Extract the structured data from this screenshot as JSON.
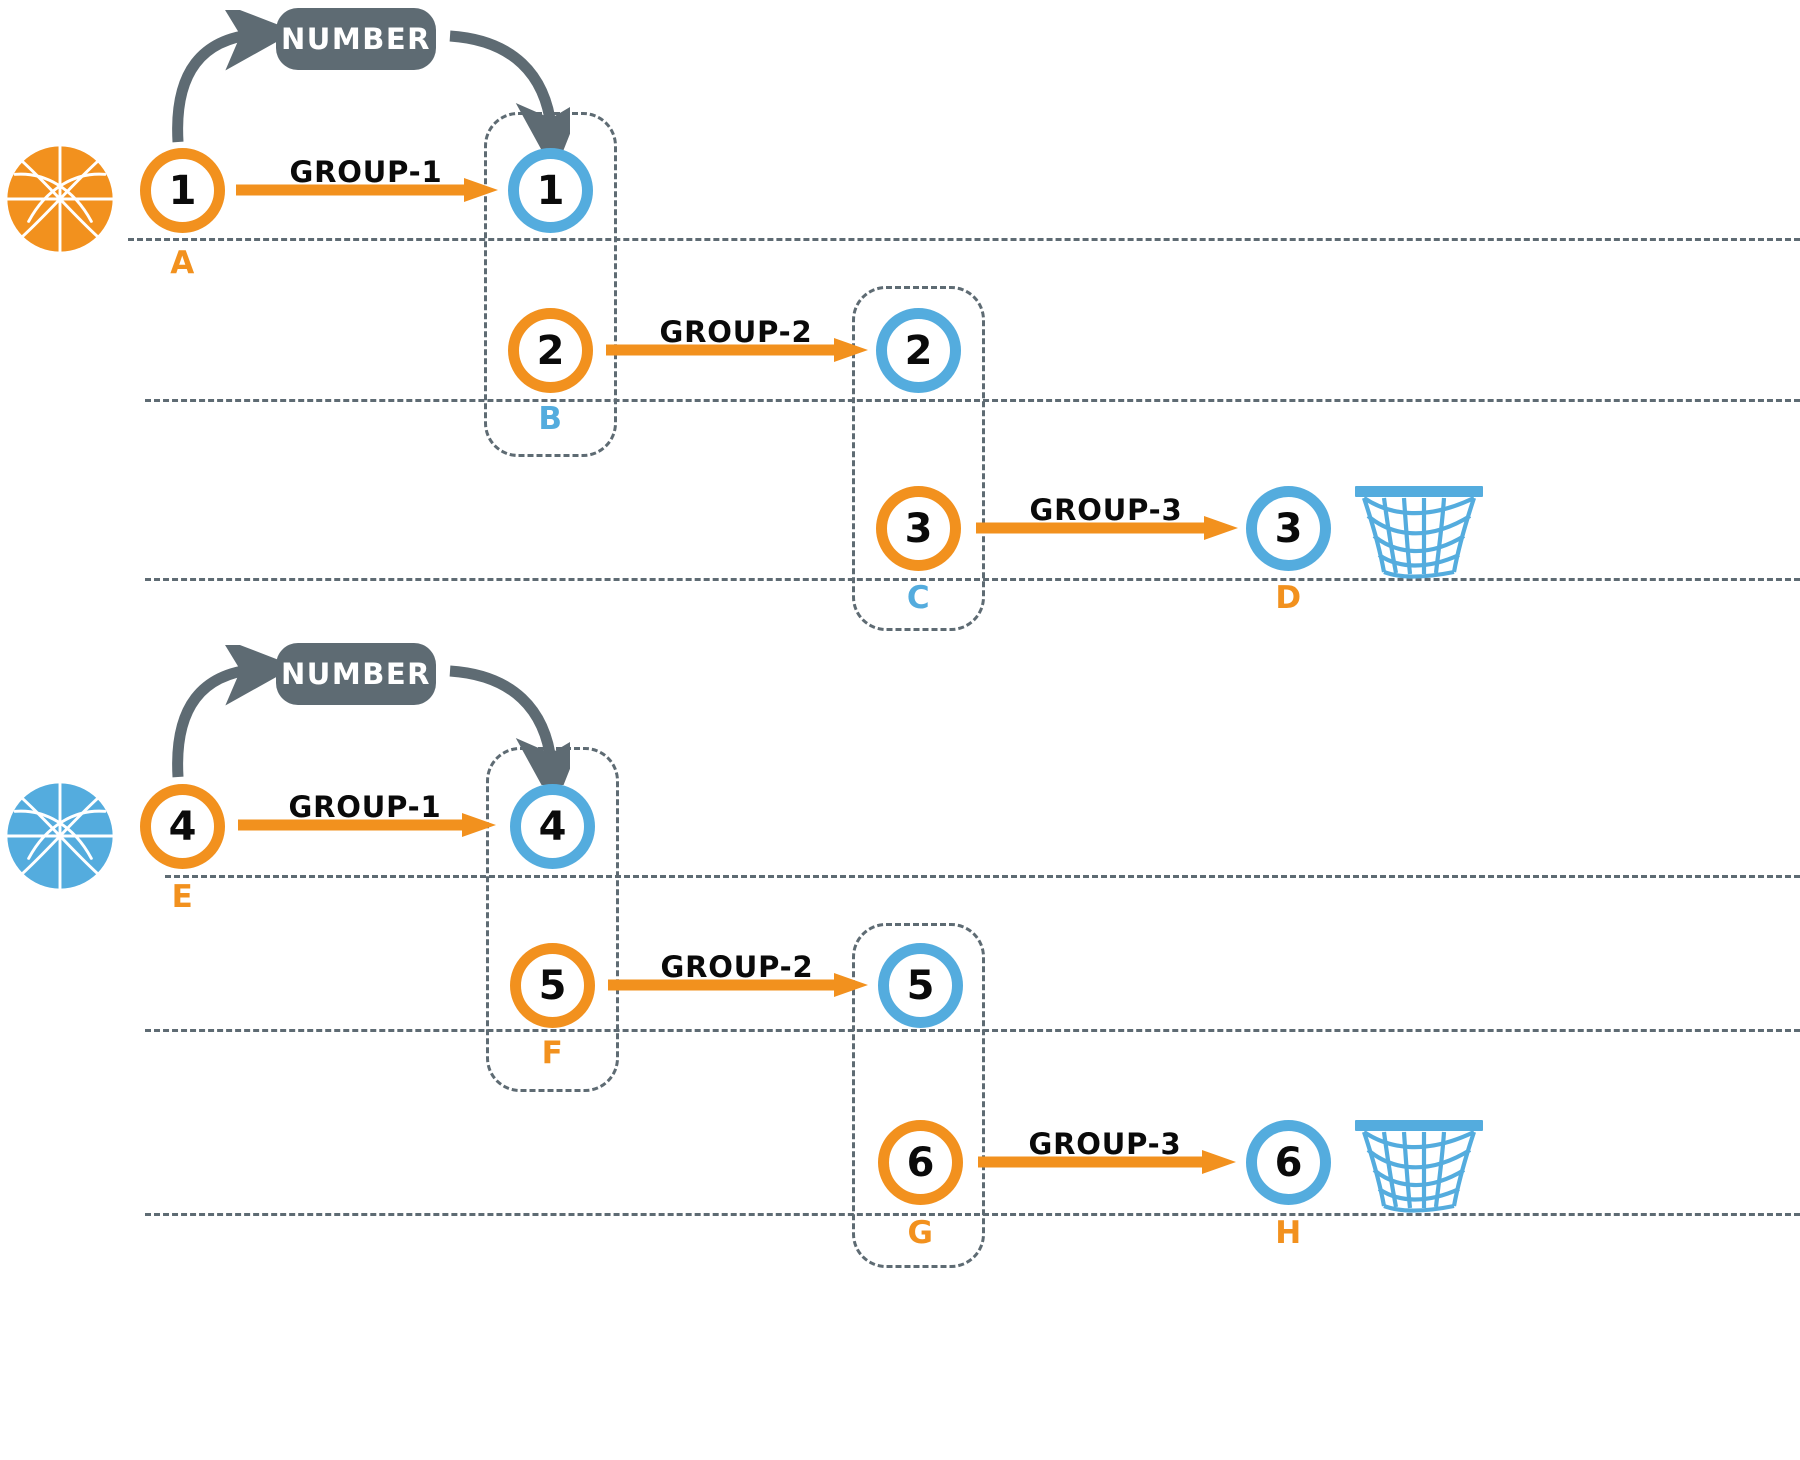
{
  "diagram": {
    "title": "basketball number group flow",
    "colors": {
      "orange": "#F2911E",
      "blue": "#54ACDE",
      "slate": "#5E6B73",
      "ink": "#0A0A0A",
      "background": "#FFFFFF"
    },
    "badge_label": "NUMBER",
    "arrow_labels": [
      "GROUP-1",
      "GROUP-2",
      "GROUP-3"
    ],
    "rows": [
      {
        "id": "row-top",
        "ball": {
          "name": "basketball-icon-orange",
          "color": "#F2911E"
        },
        "hoop": {
          "name": "basketball-hoop-icon",
          "color": "#54ACDE"
        },
        "badge": "NUMBER",
        "nodes": [
          {
            "number": "1",
            "ring": "orange",
            "letter": "A",
            "letter_color": "orange"
          },
          {
            "number": "1",
            "ring": "blue",
            "letter": "",
            "letter_color": "blue"
          },
          {
            "number": "2",
            "ring": "orange",
            "letter": "B",
            "letter_color": "blue"
          },
          {
            "number": "2",
            "ring": "blue",
            "letter": "",
            "letter_color": "blue"
          },
          {
            "number": "3",
            "ring": "orange",
            "letter": "C",
            "letter_color": "blue"
          },
          {
            "number": "3",
            "ring": "blue",
            "letter": "D",
            "letter_color": "orange"
          }
        ],
        "arrows": [
          {
            "label": "GROUP-1"
          },
          {
            "label": "GROUP-2"
          },
          {
            "label": "GROUP-3"
          }
        ]
      },
      {
        "id": "row-bottom",
        "ball": {
          "name": "basketball-icon-blue",
          "color": "#54ACDE"
        },
        "hoop": {
          "name": "basketball-hoop-icon",
          "color": "#54ACDE"
        },
        "badge": "NUMBER",
        "nodes": [
          {
            "number": "4",
            "ring": "orange",
            "letter": "E",
            "letter_color": "orange"
          },
          {
            "number": "4",
            "ring": "blue",
            "letter": "",
            "letter_color": "blue"
          },
          {
            "number": "5",
            "ring": "orange",
            "letter": "F",
            "letter_color": "orange"
          },
          {
            "number": "5",
            "ring": "blue",
            "letter": "",
            "letter_color": "blue"
          },
          {
            "number": "6",
            "ring": "orange",
            "letter": "G",
            "letter_color": "orange"
          },
          {
            "number": "6",
            "ring": "blue",
            "letter": "H",
            "letter_color": "orange"
          }
        ],
        "arrows": [
          {
            "label": "GROUP-1"
          },
          {
            "label": "GROUP-2"
          },
          {
            "label": "GROUP-3"
          }
        ]
      }
    ]
  },
  "labels": {
    "badge_top": "NUMBER",
    "badge_bottom": "NUMBER",
    "g1_top": "GROUP-1",
    "g2_top": "GROUP-2",
    "g3_top": "GROUP-3",
    "g1_bot": "GROUP-1",
    "g2_bot": "GROUP-2",
    "g3_bot": "GROUP-3",
    "n_a": "1",
    "n_b": "1",
    "n_c": "2",
    "n_d": "2",
    "n_e": "3",
    "n_f": "3",
    "n_g": "4",
    "n_h": "4",
    "n_i": "5",
    "n_j": "5",
    "n_k": "6",
    "n_l": "6",
    "let_a": "A",
    "let_b": "B",
    "let_c": "C",
    "let_d": "D",
    "let_e": "E",
    "let_f": "F",
    "let_g": "G",
    "let_h": "H"
  }
}
